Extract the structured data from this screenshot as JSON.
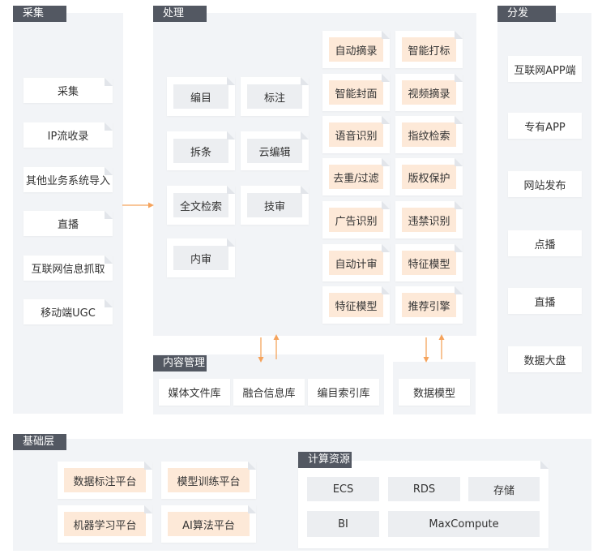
{
  "colors": {
    "panel_bg": "#f2f4f7",
    "tag_bg": "#535862",
    "card_bg": "#ffffff",
    "inner_grey": "#eceef1",
    "inner_peach": "#fde9d8",
    "arrow": "#f5a35c"
  },
  "collect": {
    "title": "采集",
    "items": [
      "采集",
      "IP流收录",
      "其他业务系统导入",
      "直播",
      "互联网信息抓取",
      "移动端UGC"
    ]
  },
  "process": {
    "title": "处理",
    "left_cards": [
      "编目",
      "标注",
      "拆条",
      "云编辑",
      "全文检索",
      "技审",
      "内审"
    ],
    "ai_cards": [
      "自动摘录",
      "智能打标",
      "智能封面",
      "视频摘录",
      "语音识别",
      "指纹检索",
      "去重/过滤",
      "版权保护",
      "广告识别",
      "违禁识别",
      "自动计审",
      "特征模型",
      "特征模型",
      "推荐引擎"
    ]
  },
  "content_mgmt": {
    "title": "内容管理",
    "items": [
      "媒体文件库",
      "融合信息库",
      "编目索引库"
    ]
  },
  "data_model": {
    "label": "数据模型"
  },
  "distribute": {
    "title": "分发",
    "items": [
      "互联网APP端",
      "专有APP",
      "网站发布",
      "点播",
      "直播",
      "数据大盘"
    ]
  },
  "base": {
    "title": "基础层",
    "platforms": [
      "数据标注平台",
      "模型训练平台",
      "机器学习平台",
      "AI算法平台"
    ],
    "compute": {
      "title": "计算资源",
      "items": [
        "ECS",
        "RDS",
        "存储",
        "BI",
        "MaxCompute"
      ]
    }
  }
}
